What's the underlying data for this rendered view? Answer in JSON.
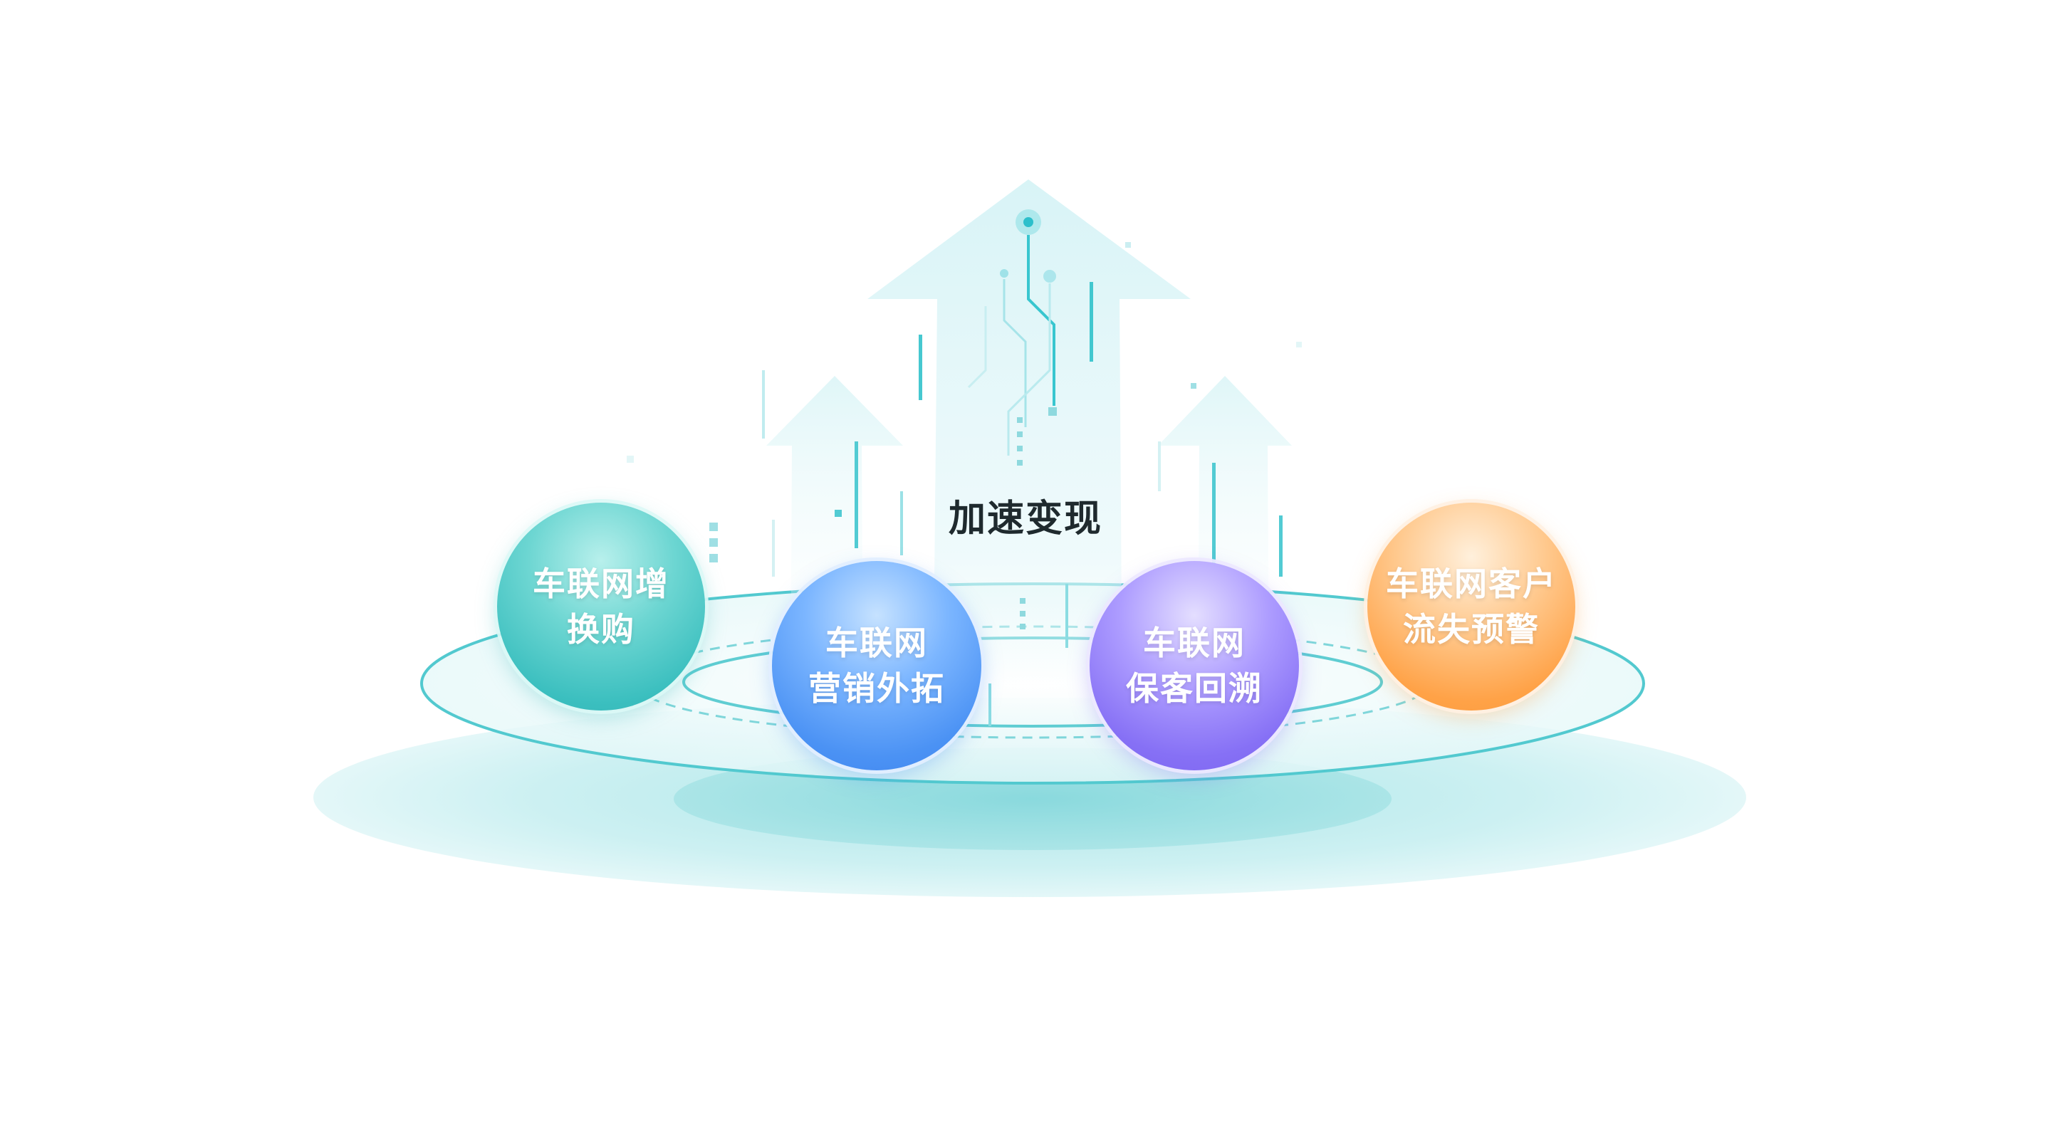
{
  "center_label": "加速变现",
  "spheres": [
    {
      "lines": [
        "车联网增",
        "换购"
      ],
      "color": "#3bbfbf"
    },
    {
      "lines": [
        "车联网",
        "营销外拓"
      ],
      "color": "#4b92f4"
    },
    {
      "lines": [
        "车联网",
        "保客回溯"
      ],
      "color": "#8670f5"
    },
    {
      "lines": [
        "车联网客户",
        "流失预警"
      ],
      "color": "#ffa247"
    }
  ],
  "palette": {
    "accent": "#38c6cf",
    "platform": "#c8eef0",
    "arrow": "#dff6f8"
  }
}
